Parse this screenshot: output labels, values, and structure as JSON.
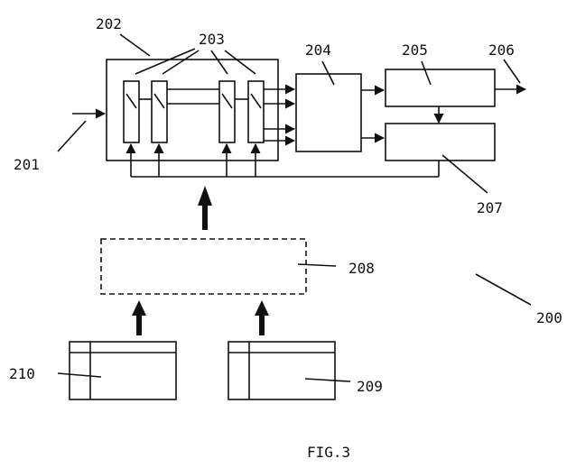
{
  "labels": {
    "l200": "200",
    "l201": "201",
    "l202": "202",
    "l203": "203",
    "l204": "204",
    "l205": "205",
    "l206": "206",
    "l207": "207",
    "l208": "208",
    "l209": "209",
    "l210": "210"
  },
  "caption": "FIG.3"
}
